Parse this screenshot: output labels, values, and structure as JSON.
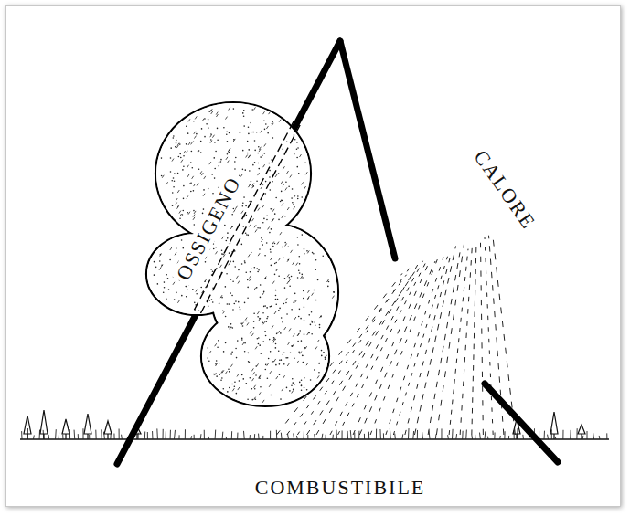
{
  "diagram": {
    "labels": [
      "OSSIGENO",
      "CALORE",
      "COMBUSTIBILE"
    ]
  }
}
